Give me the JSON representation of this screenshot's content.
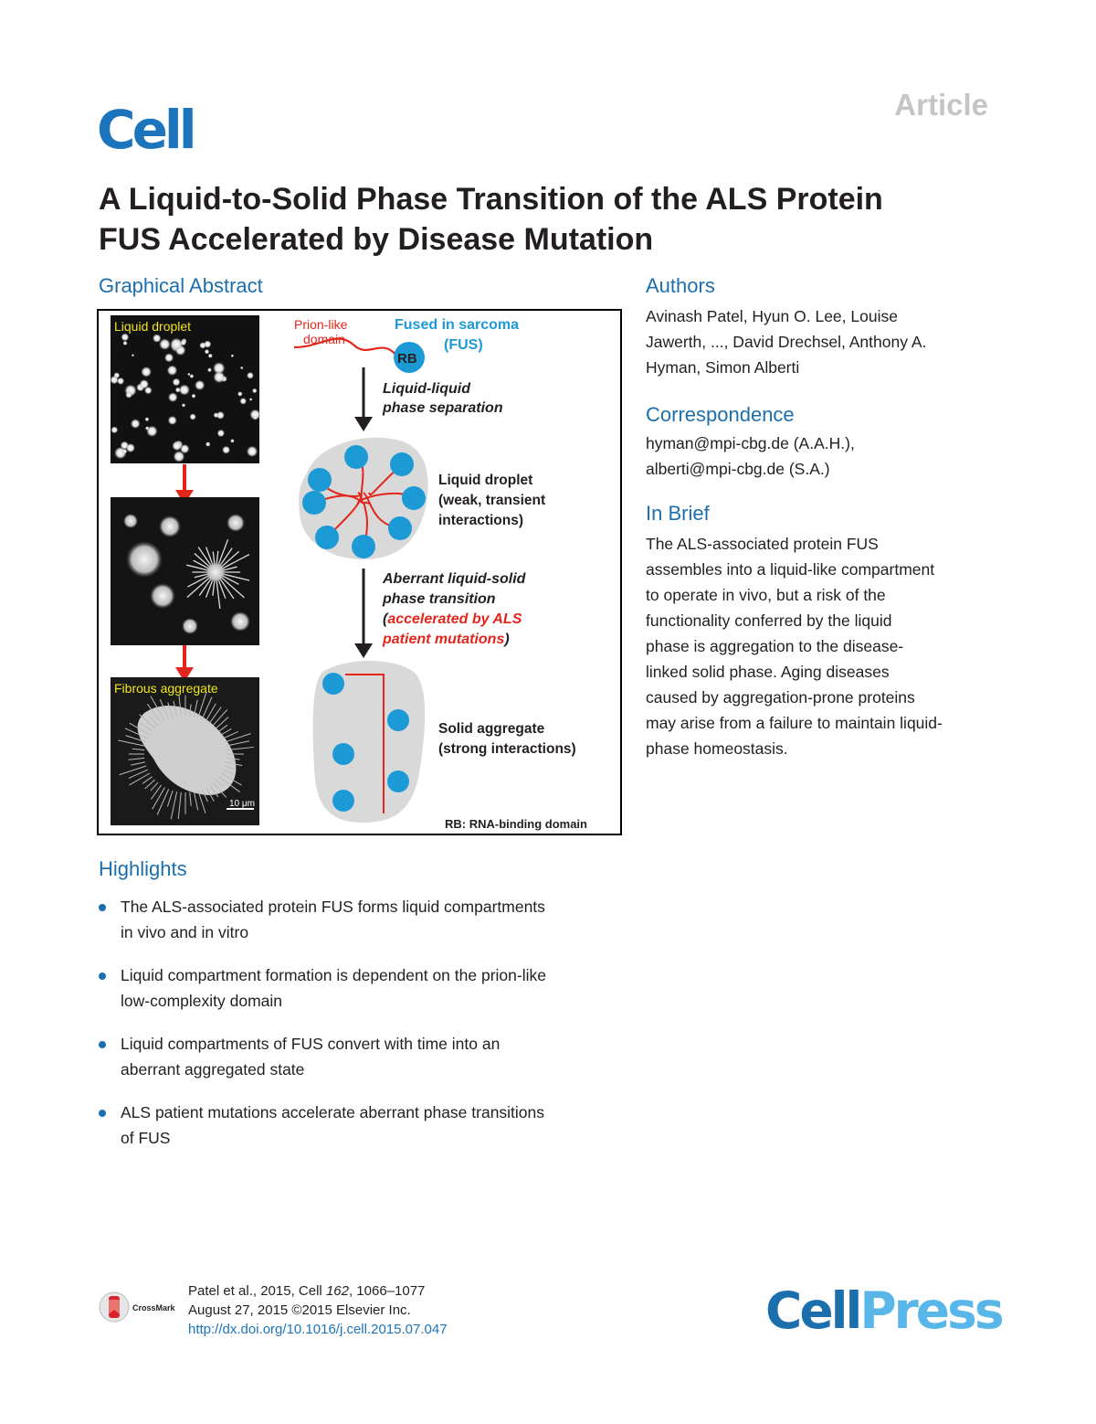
{
  "header": {
    "article_type": "Article",
    "journal_logo": "Cell",
    "title_line1": "A Liquid-to-Solid Phase Transition of the ALS Protein",
    "title_line2": "FUS Accelerated by Disease Mutation"
  },
  "graphical_abstract": {
    "heading": "Graphical Abstract",
    "image_labels": {
      "top": "Liquid droplet",
      "bottom": "Fibrous aggregate",
      "scale": "10 μm"
    },
    "diagram": {
      "prion_like_1": "Prion-like",
      "prion_like_2": "domain",
      "fus_1": "Fused in sarcoma",
      "fus_2": "(FUS)",
      "rb": "RB",
      "llps_1": "Liquid-liquid",
      "llps_2": "phase separation",
      "droplet_1": "Liquid droplet",
      "droplet_2": "(weak, transient",
      "droplet_3": "interactions)",
      "aberrant_1": "Aberrant liquid-solid",
      "aberrant_2": "phase transition",
      "aberrant_3": "(accelerated by ALS",
      "aberrant_4": "patient mutations",
      "aberrant_4_close": ")",
      "aberrant_3_open": "(",
      "aberrant_3_red": "accelerated by ALS",
      "solid_1": "Solid aggregate",
      "solid_2": "(strong interactions)",
      "rb_legend": "RB: RNA-binding domain"
    },
    "colors": {
      "blue": "#1c9ad6",
      "red": "#e3261c",
      "yellow": "#f2e51a",
      "droplet_fill": "#d9d9d9"
    }
  },
  "authors": {
    "heading": "Authors",
    "line1": "Avinash Patel, Hyun O. Lee, Louise",
    "line2": "Jawerth, ..., David Drechsel, Anthony A.",
    "line3": "Hyman, Simon Alberti"
  },
  "correspondence": {
    "heading": "Correspondence",
    "line1": "hyman@mpi-cbg.de (A.A.H.),",
    "line2": "alberti@mpi-cbg.de (S.A.)"
  },
  "in_brief": {
    "heading": "In Brief",
    "lines": [
      "The ALS-associated protein FUS",
      "assembles into a liquid-like compartment",
      "to operate in vivo, but a risk of the",
      "functionality conferred by the liquid",
      "phase is aggregation to the disease-",
      "linked solid phase. Aging diseases",
      "caused by aggregation-prone proteins",
      "may arise from a failure to maintain liquid-",
      "phase homeostasis."
    ]
  },
  "highlights": {
    "heading": "Highlights",
    "items": [
      {
        "l1": "The ALS-associated protein FUS forms liquid compartments",
        "l2": "in vivo and in vitro"
      },
      {
        "l1": "Liquid compartment formation is dependent on the prion-like",
        "l2": "low-complexity domain"
      },
      {
        "l1": "Liquid compartments of FUS convert with time into an",
        "l2": "aberrant aggregated state"
      },
      {
        "l1": "ALS patient mutations accelerate aberrant phase transitions",
        "l2": "of FUS"
      }
    ]
  },
  "footer": {
    "citation_a": "Patel et al., 2015, Cell ",
    "citation_vol": "162",
    "citation_b": ", 1066–1077",
    "date": "August 27, 2015 ©2015 Elsevier Inc.",
    "doi": "http://dx.doi.org/10.1016/j.cell.2015.07.047",
    "crossmark": "CrossMark",
    "publisher_a": "Cell",
    "publisher_b": "Press"
  }
}
